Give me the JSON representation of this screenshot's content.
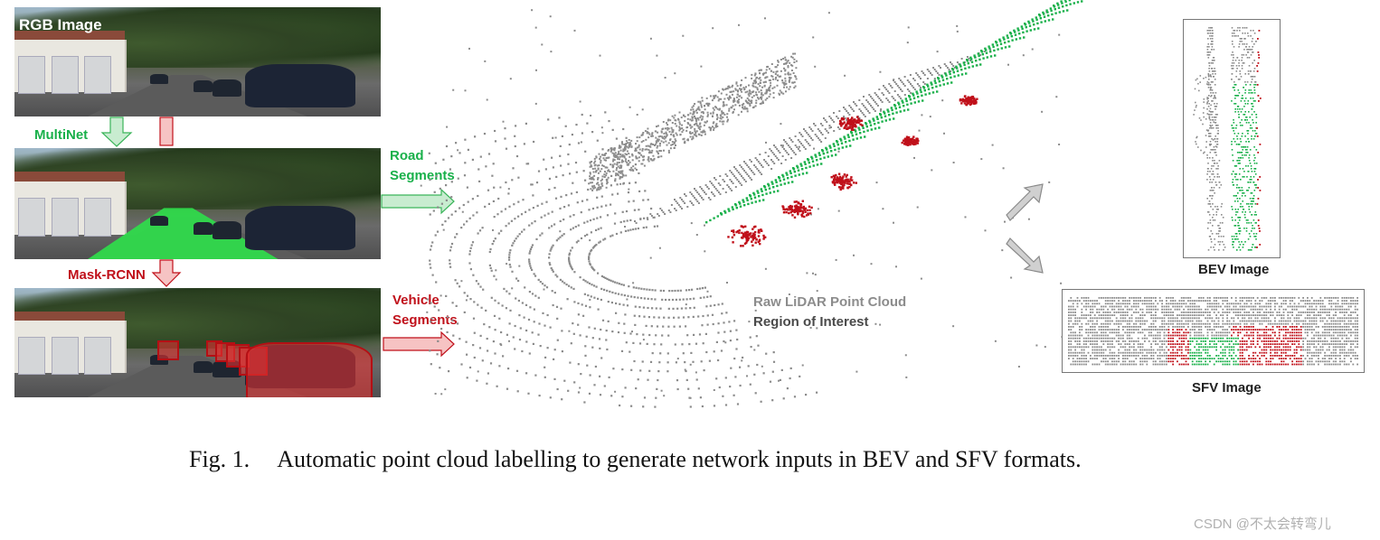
{
  "figure": {
    "rgb_label": "RGB Image",
    "multinet_label": "MultiNet",
    "maskrcnn_label": "Mask-RCNN",
    "road_label_line1": "Road",
    "road_label_line2": "Segments",
    "vehicle_label_line1": "Vehicle",
    "vehicle_label_line2": "Segments",
    "raw_lidar_label": "Raw LiDAR Point Cloud",
    "roi_label": "Region of Interest",
    "bev_label": "BEV Image",
    "sfv_label": "SFV Image"
  },
  "caption": {
    "prefix": "Fig. 1.",
    "text": "Automatic point cloud labelling to generate network inputs in BEV and SFV formats."
  },
  "watermark": "CSDN @不太会转弯儿",
  "colors": {
    "road": "#19b04a",
    "vehicle": "#c0101a",
    "points": "#8c8c8c"
  }
}
